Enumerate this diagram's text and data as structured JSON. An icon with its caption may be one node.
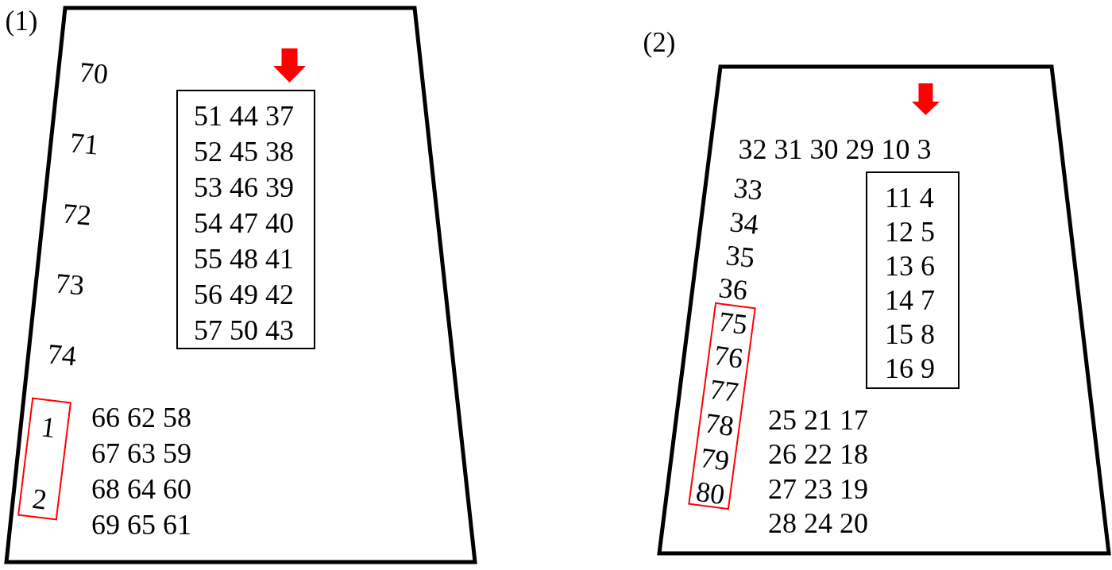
{
  "diagram": {
    "nodes": [
      {
        "text": [
          "(1)",
          "70",
          "71",
          "72",
          "73",
          "74",
          "66 62 58",
          "67 63 59",
          "68 64 60",
          "69 65 61"
        ]
      },
      {
        "text": [
          "51 44 37",
          "52 45 38",
          "53 46 39",
          "54 47 40",
          "55 48 41",
          "56 49 42",
          "57 50 43"
        ],
        "in": 0
      },
      {
        "text": [
          "1",
          "2"
        ],
        "in": 0
      },
      {
        "text": [
          "(2)",
          "32 31 30 29 10 3",
          "33",
          "34",
          "35",
          "36",
          "25 21 17",
          "26 22 18",
          "27 23 19",
          "28 24 20"
        ]
      },
      {
        "text": [
          "11 4",
          "12 5",
          "13 6",
          "14 7",
          "15 8",
          "16 9"
        ],
        "in": 3
      },
      {
        "text": [
          "75",
          "76",
          "77",
          "78",
          "79",
          "80"
        ],
        "in": 3
      }
    ]
  }
}
